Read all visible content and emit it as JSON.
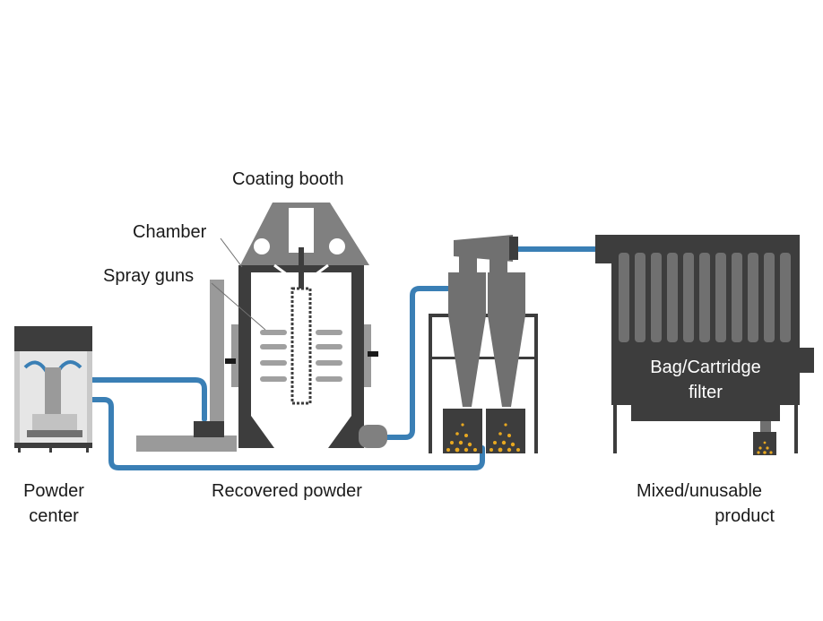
{
  "labels": {
    "coating_booth": "Coating booth",
    "chamber": "Chamber",
    "spray_guns": "Spray guns",
    "powder_center_line1": "Powder",
    "powder_center_line2": "center",
    "recovered_powder": "Recovered powder",
    "filter_line1": "Bag/Cartridge",
    "filter_line2": "filter",
    "mixed_line1": "Mixed/unusable",
    "mixed_line2": "product"
  },
  "colors": {
    "hose": "#3a7fb5",
    "equipment_dark": "#3d3d3d",
    "equipment_mid": "#707070",
    "equipment_light": "#9a9a9a",
    "powder_particles": "#e8a820"
  }
}
